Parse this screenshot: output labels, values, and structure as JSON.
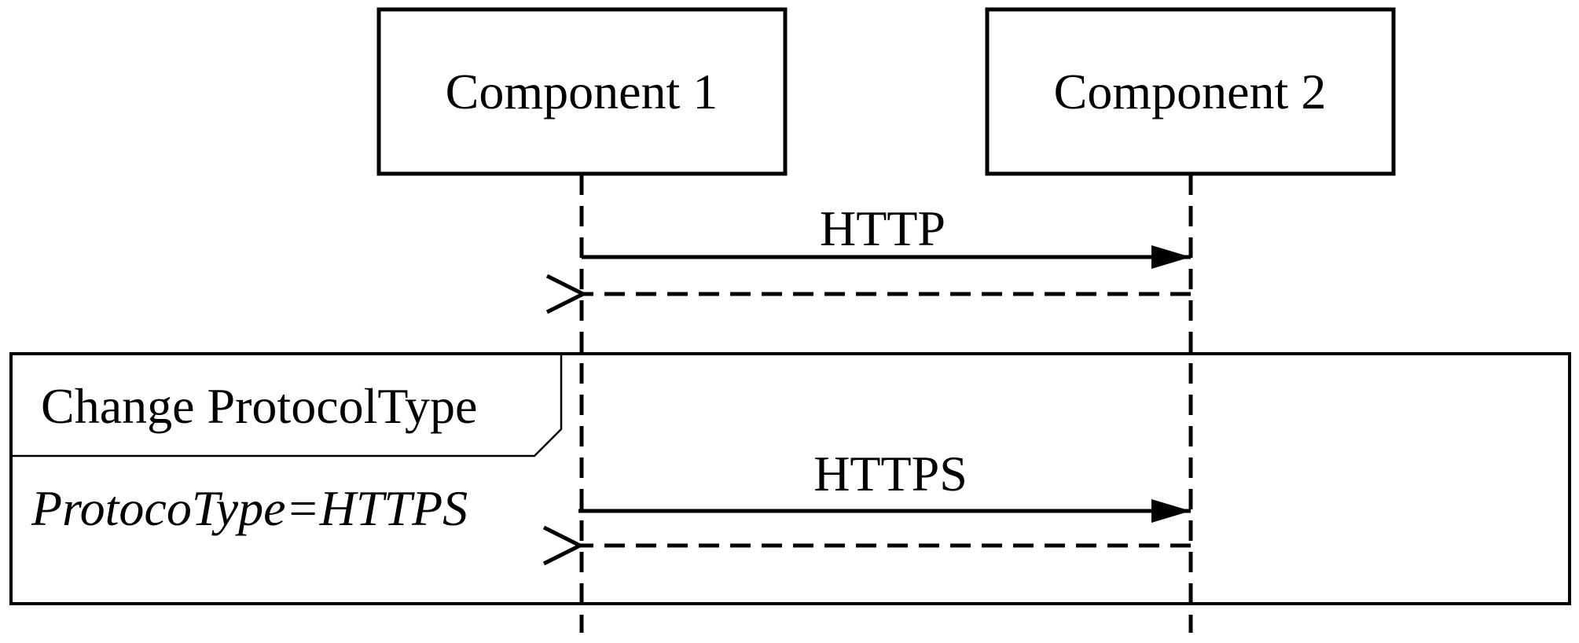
{
  "participants": [
    {
      "id": "c1",
      "label": "Component 1"
    },
    {
      "id": "c2",
      "label": "Component 2"
    }
  ],
  "messages": [
    {
      "label": "HTTP",
      "from": "c1",
      "to": "c2",
      "kind": "call"
    },
    {
      "label": "",
      "from": "c2",
      "to": "c1",
      "kind": "return"
    },
    {
      "label": "HTTPS",
      "from": "c1",
      "to": "c2",
      "kind": "call"
    },
    {
      "label": "",
      "from": "c2",
      "to": "c1",
      "kind": "return"
    }
  ],
  "fragment": {
    "title": "Change ProtocolType",
    "guard": "ProtocoType=HTTPS"
  },
  "colors": {
    "stroke": "#000000",
    "background": "#ffffff"
  }
}
